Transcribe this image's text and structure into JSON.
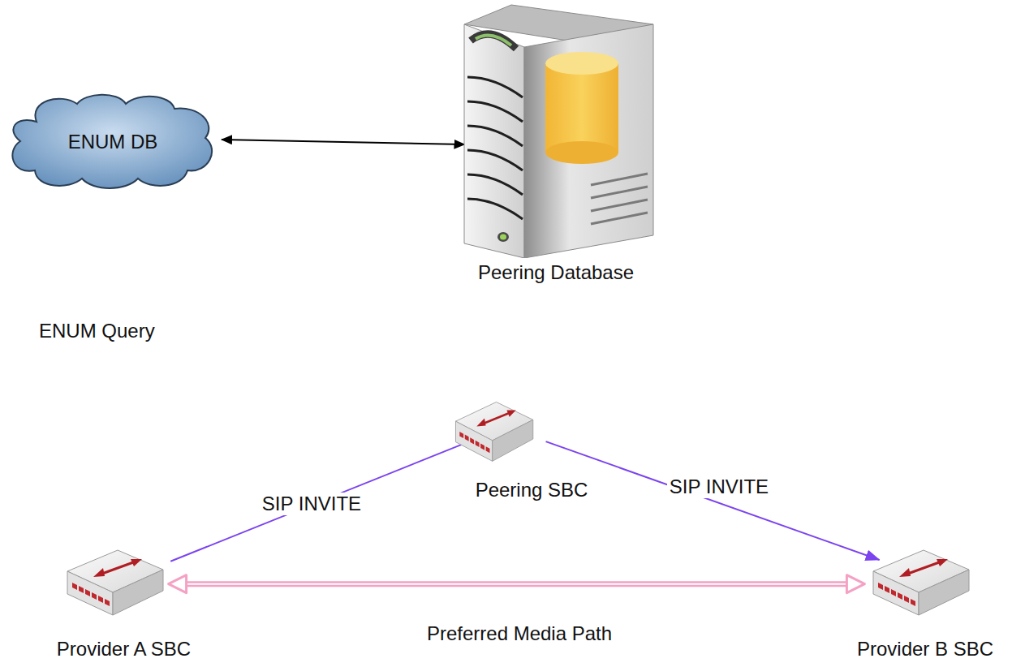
{
  "diagram": {
    "nodes": [
      {
        "text": [
          "ENUM DB"
        ]
      },
      {
        "text": [
          "Peering Database"
        ]
      },
      {
        "text": [
          "Peering SBC"
        ]
      },
      {
        "text": [
          "Provider A SBC"
        ]
      },
      {
        "text": [
          "Provider B SBC"
        ]
      }
    ],
    "edges": [
      {
        "from": 0,
        "to": 1,
        "arrow": "both"
      },
      {
        "from": 3,
        "to": 2,
        "arrow": "none",
        "label": "SIP INVITE"
      },
      {
        "from": 2,
        "to": 4,
        "arrow": "to",
        "label": "SIP INVITE"
      },
      {
        "from": 3,
        "to": 4,
        "arrow": "both",
        "label": "Preferred Media Path"
      }
    ],
    "labels": [
      "ENUM Query"
    ]
  }
}
